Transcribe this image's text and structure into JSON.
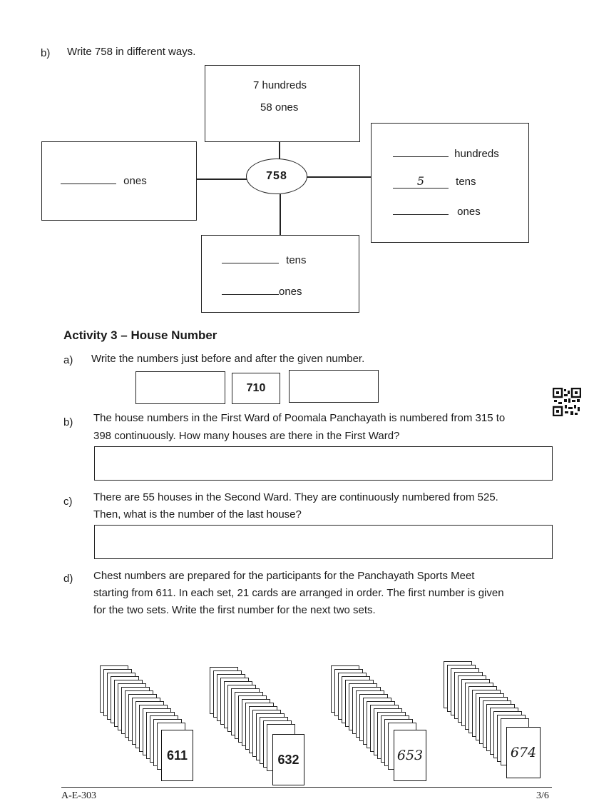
{
  "part_b": {
    "label": "b)",
    "question": "Write 758 in different ways.",
    "center_number": "758",
    "top_box": {
      "line1": "7 hundreds",
      "line2": "58  ones"
    },
    "left_box": {
      "unit": "ones"
    },
    "right_box": {
      "unit1": "hundreds",
      "tens_value": "5",
      "unit2": "tens",
      "unit3": "ones"
    },
    "bottom_box": {
      "unit1": "tens",
      "unit2": "ones"
    }
  },
  "activity3": {
    "title": "Activity 3 – House Number",
    "a": {
      "label": "a)",
      "text": "Write the numbers just before and after the given number.",
      "given": "710"
    },
    "b": {
      "label": "b)",
      "line1": "The house numbers in the First Ward of Poomala Panchayath is numbered from 315 to",
      "line2": "398 continuously. How many houses are there in the First Ward?"
    },
    "c": {
      "label": "c)",
      "line1": "There are 55 houses in the Second Ward. They are continuously numbered from 525.",
      "line2": "Then, what is the number of the last house?"
    },
    "d": {
      "label": "d)",
      "line1": "Chest numbers are prepared for the participants for the Panchayath Sports Meet",
      "line2": "starting from 611. In each set, 21 cards are arranged in order. The first number is given",
      "line3": "for the two sets. Write the first number for the next two sets."
    },
    "card_sets": [
      "611",
      "632",
      "653",
      "674"
    ]
  },
  "footer": {
    "code": "A-E-303",
    "page": "3/6"
  }
}
